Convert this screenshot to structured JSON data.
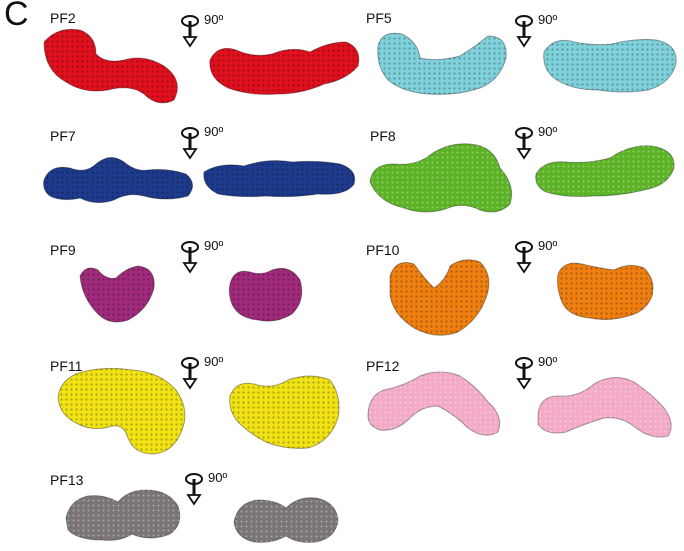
{
  "panel_letter": "C",
  "rotation_label": "90º",
  "entries": [
    {
      "id": "PF2",
      "label": "PF2",
      "color": "#e0101e"
    },
    {
      "id": "PF5",
      "label": "PF5",
      "color": "#7fd2dc"
    },
    {
      "id": "PF7",
      "label": "PF7",
      "color": "#1e3a8c"
    },
    {
      "id": "PF8",
      "label": "PF8",
      "color": "#5bb325"
    },
    {
      "id": "PF9",
      "label": "PF9",
      "color": "#a02a7c"
    },
    {
      "id": "PF10",
      "label": "PF10",
      "color": "#ee7f10"
    },
    {
      "id": "PF11",
      "label": "PF11",
      "color": "#f0e214"
    },
    {
      "id": "PF12",
      "label": "PF12",
      "color": "#f2aac8"
    },
    {
      "id": "PF13",
      "label": "PF13",
      "color": "#7a7474"
    }
  ]
}
